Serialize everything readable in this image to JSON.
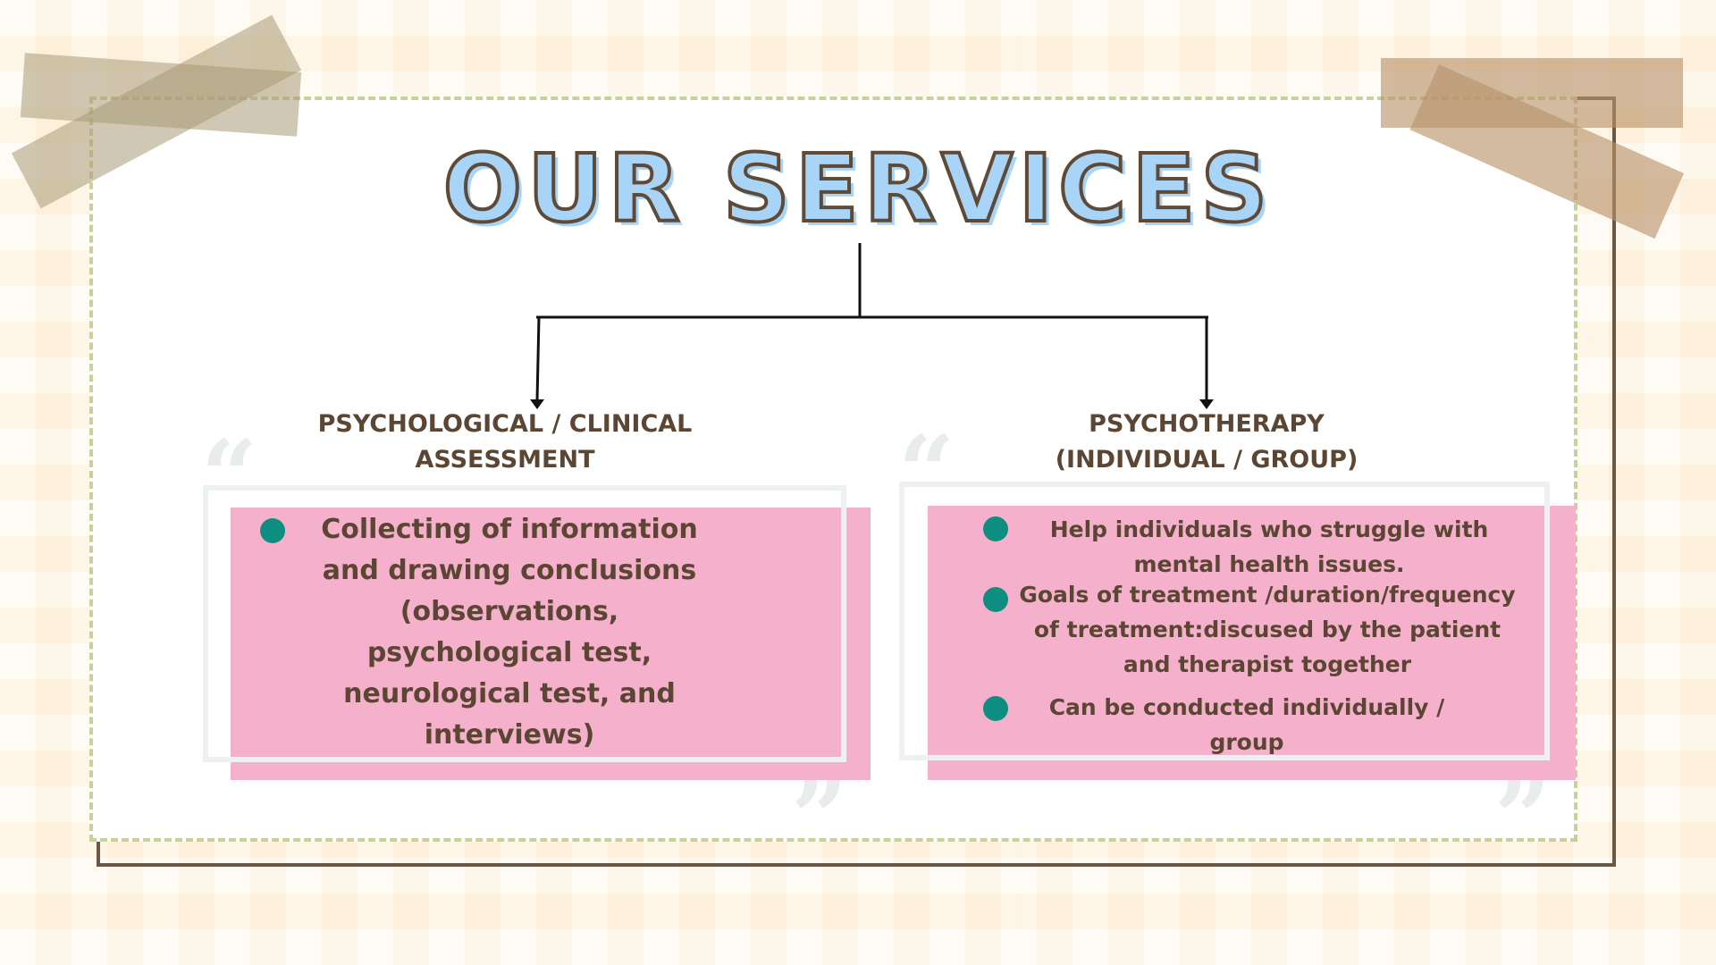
{
  "title": "OUR SERVICES",
  "assessment": {
    "heading": "PSYCHOLOGICAL / CLINICAL ASSESSMENT",
    "bullets": [
      "Collecting  of information and drawing conclusions (observations, psychological test, neurological test, and interviews)"
    ]
  },
  "psychotherapy": {
    "heading": "PSYCHOTHERAPY (INDIVIDUAL / GROUP)",
    "bullets": [
      "Help individuals who struggle with mental health issues.",
      "Goals of treatment /duration/frequency of treatment:discused by the patient and therapist together",
      "Can be conducted individually / group"
    ]
  },
  "quotes": {
    "open": "“",
    "close": "”"
  },
  "colors": {
    "title_fill": "#a8d4f7",
    "title_outline": "#5e4a37",
    "text": "#5b4634",
    "box_fill": "#f5b1cb",
    "bullet": "#0e8e80",
    "dashed_border": "#c7d19a"
  }
}
